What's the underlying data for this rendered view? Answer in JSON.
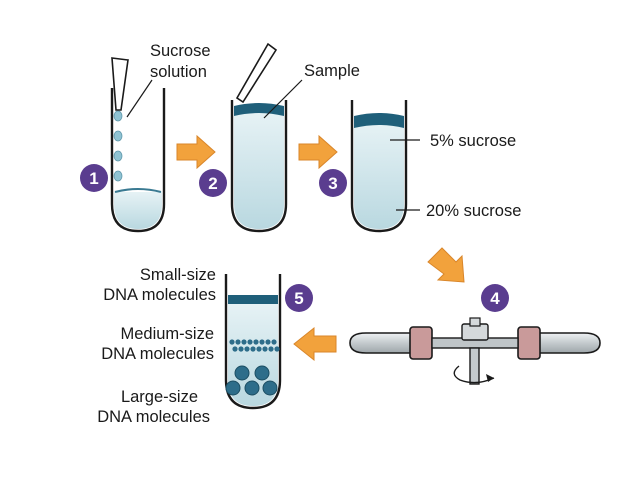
{
  "labels": {
    "sucrose_solution_1": "Sucrose",
    "sucrose_solution_2": "solution",
    "sample": "Sample",
    "five_percent": "5% sucrose",
    "twenty_percent": "20% sucrose",
    "small_1": "Small-size",
    "small_2": "DNA molecules",
    "medium_1": "Medium-size",
    "medium_2": "DNA molecules",
    "large_1": "Large-size",
    "large_2": "DNA molecules"
  },
  "steps": [
    "1",
    "2",
    "3",
    "4",
    "5"
  ],
  "colors": {
    "step_circle": "#5a3d8f",
    "arrow": "#f2a23c",
    "tube_outline": "#1a1a1a",
    "solution_fill": "#cfe5ea",
    "dark_band": "#1f5f7a",
    "molecule_fill": "#2d6d8a",
    "rotor_metal": "#cfd3d6",
    "rotor_cup": "#c99a9a"
  }
}
